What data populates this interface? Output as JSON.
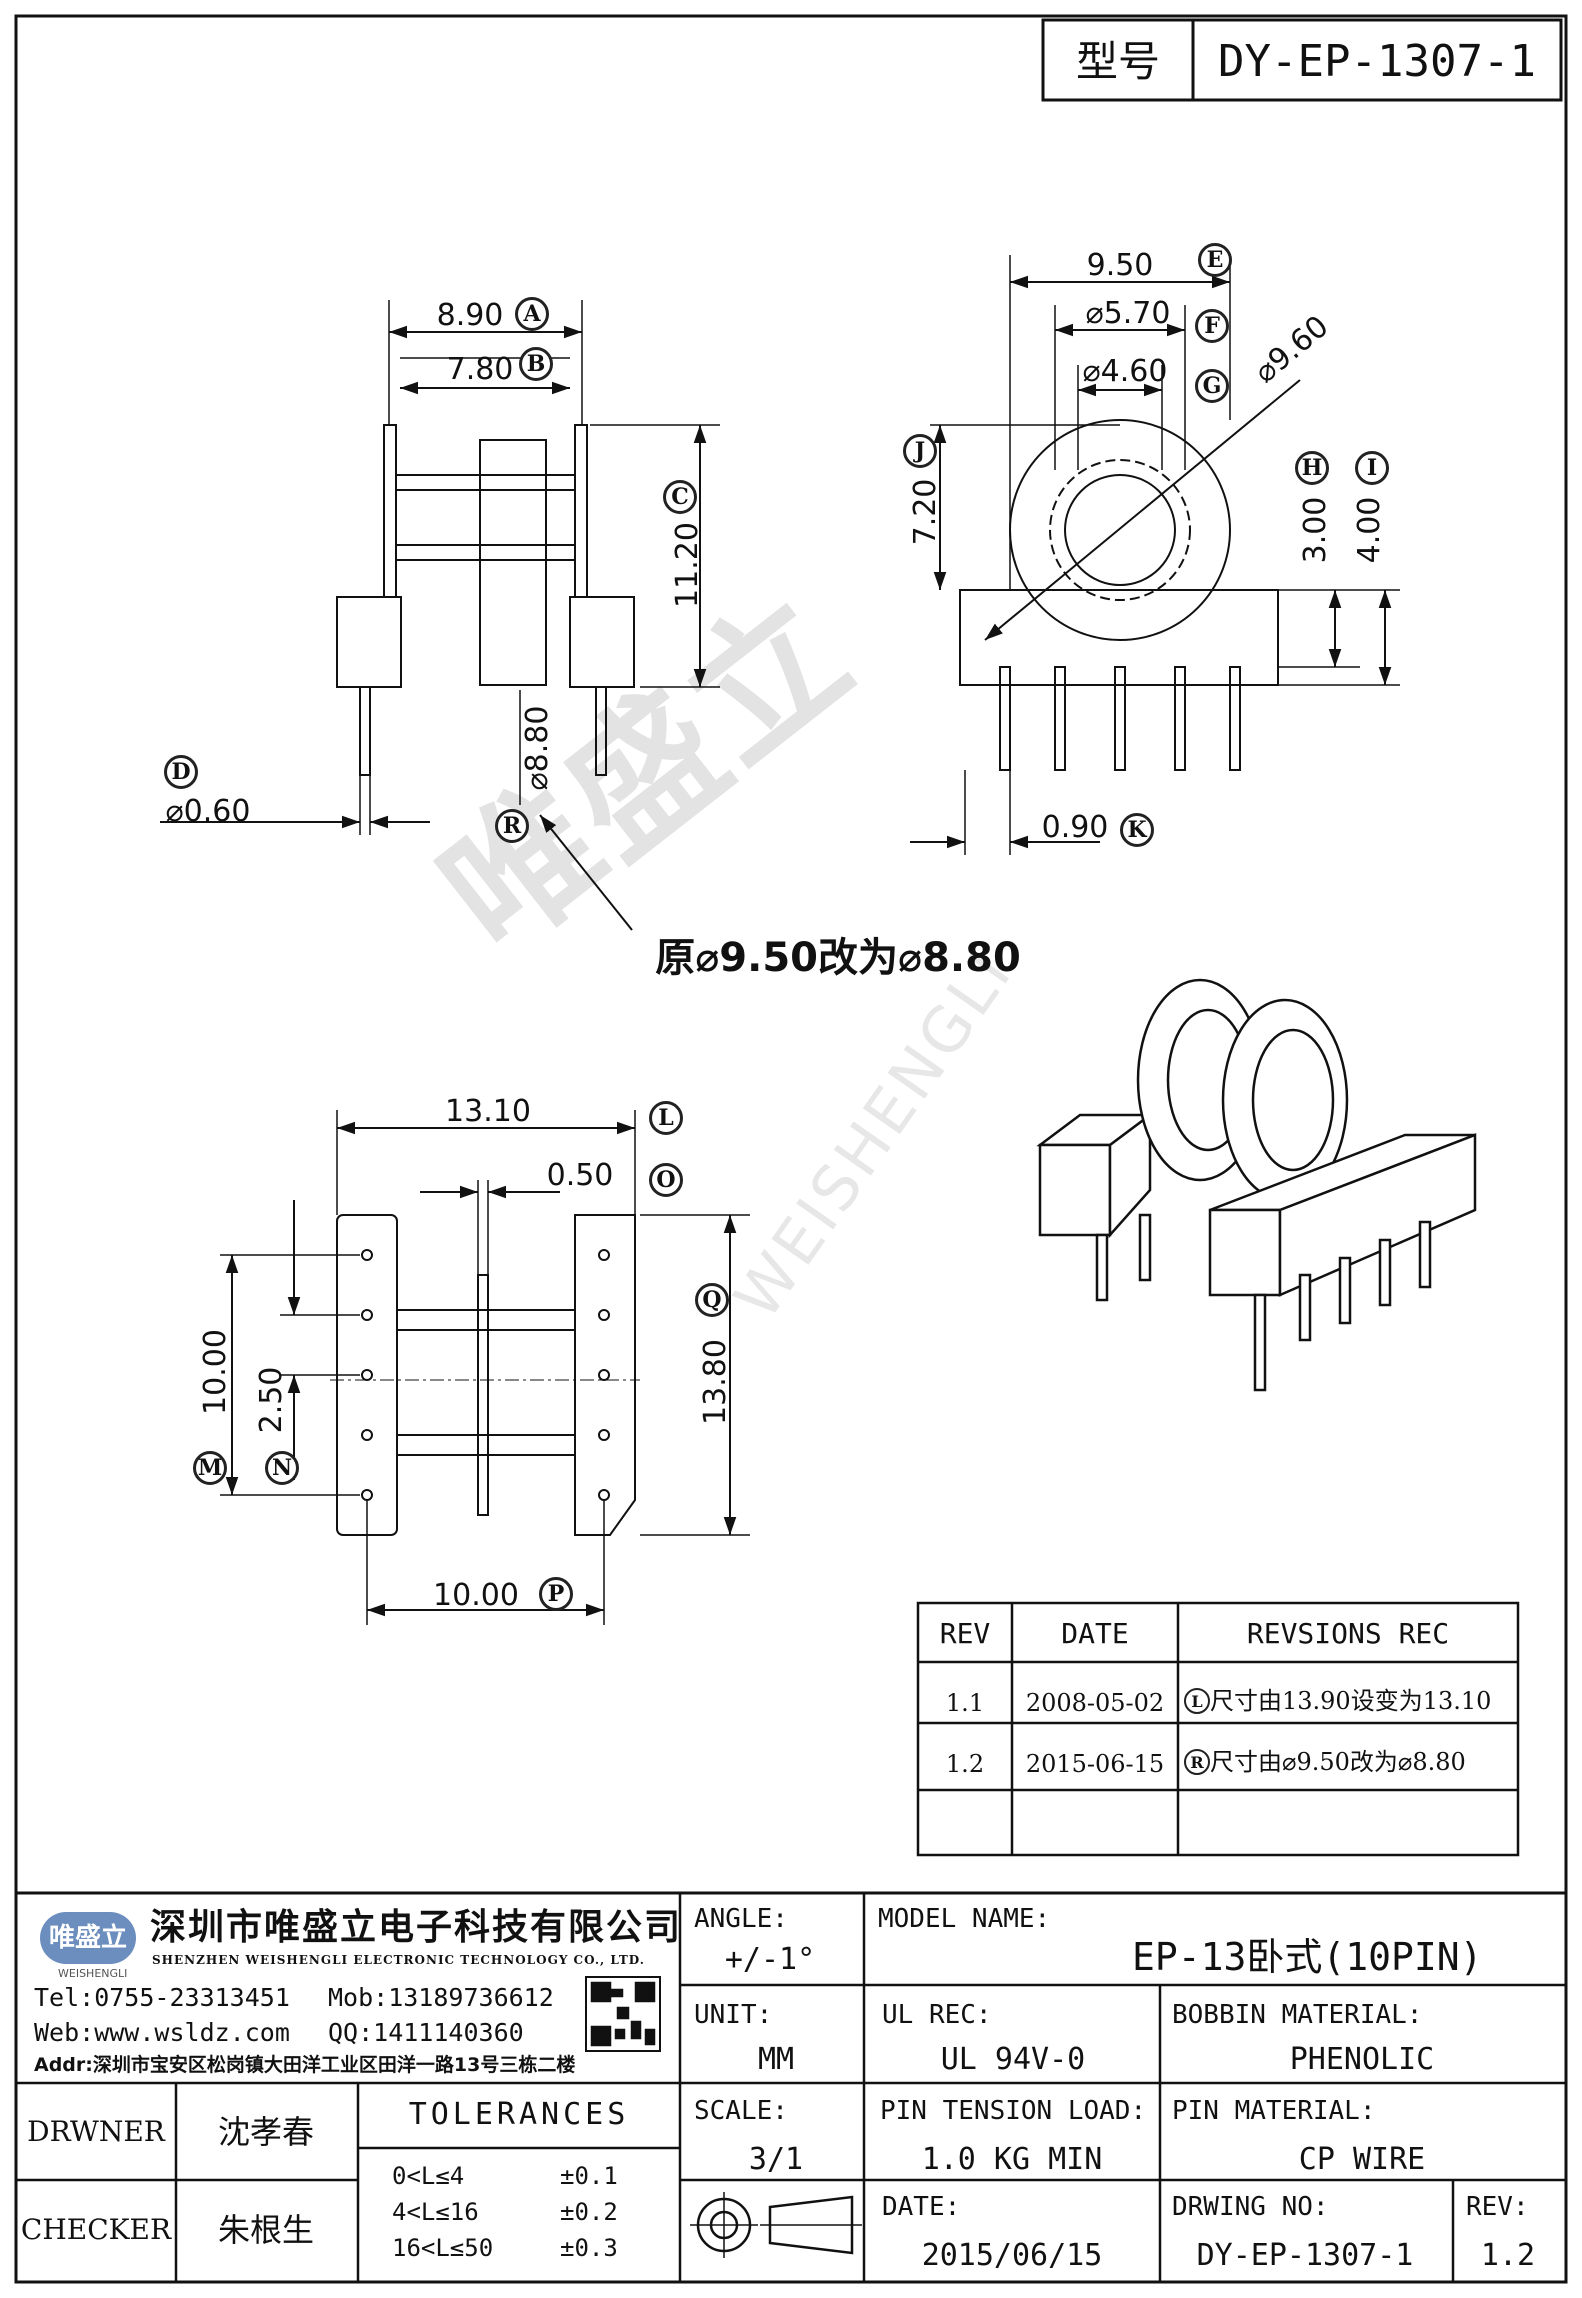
{
  "header": {
    "model_label": "型号",
    "model_value": "DY-EP-1307-1"
  },
  "dimensions": {
    "A": {
      "value": "8.90",
      "marker": "A"
    },
    "B": {
      "value": "7.80",
      "marker": "B"
    },
    "C": {
      "value": "11.20",
      "marker": "C"
    },
    "D": {
      "value": "⌀0.60",
      "marker": "D"
    },
    "R": {
      "value": "⌀8.80",
      "marker": "R"
    },
    "E": {
      "value": "9.50",
      "marker": "E"
    },
    "F": {
      "value": "⌀5.70",
      "marker": "F"
    },
    "G": {
      "value": "⌀4.60",
      "marker": "G"
    },
    "dia": {
      "value": "⌀9.60"
    },
    "J": {
      "value": "7.20",
      "marker": "J"
    },
    "H": {
      "value": "3.00",
      "marker": "H"
    },
    "I": {
      "value": "4.00",
      "marker": "I"
    },
    "K": {
      "value": "0.90",
      "marker": "K"
    },
    "L": {
      "value": "13.10",
      "marker": "L"
    },
    "O": {
      "value": "0.50",
      "marker": "O"
    },
    "Q": {
      "value": "13.80",
      "marker": "Q"
    },
    "M": {
      "value": "10.00",
      "marker": "M"
    },
    "N": {
      "value": "2.50",
      "marker": "N"
    },
    "P": {
      "value": "10.00",
      "marker": "P"
    }
  },
  "change_note": "原⌀9.50改为⌀8.80",
  "revisions": {
    "headers": [
      "REV",
      "DATE",
      "REVSIONS REC"
    ],
    "rows": [
      {
        "rev": "1.1",
        "date": "2008-05-02",
        "marker": "L",
        "rec": "尺寸由13.90设变为13.10"
      },
      {
        "rev": "1.2",
        "date": "2015-06-15",
        "marker": "R",
        "rec": "尺寸由⌀9.50改为⌀8.80"
      }
    ]
  },
  "title_block": {
    "logo_text": "唯盛立",
    "logo_sub": "WEISHENGLI",
    "company_cn": "深圳市唯盛立电子科技有限公司",
    "company_en": "SHENZHEN WEISHENGLI ELECTRONIC TECHNOLOGY CO., LTD.",
    "tel": "Tel:0755-23313451",
    "mob": "Mob:13189736612",
    "web": "Web:www.wsldz.com",
    "qq": "QQ:1411140360",
    "addr": "Addr:深圳市宝安区松岗镇大田洋工业区田洋一路13号三栋二楼",
    "angle_label": "ANGLE:",
    "angle_value": "+/-1°",
    "model_name_label": "MODEL NAME:",
    "model_name_value": "EP-13卧式(10PIN)",
    "unit_label": "UNIT:",
    "unit_value": "MM",
    "ul_label": "UL REC:",
    "ul_value": "UL 94V-0",
    "bobbin_label": "BOBBIN MATERIAL:",
    "bobbin_value": "PHENOLIC",
    "drawer_label": "DRWNER",
    "drawer_value": "沈孝春",
    "checker_label": "CHECKER",
    "checker_value": "朱根生",
    "tolerances_label": "TOLERANCES",
    "tolerances": [
      {
        "range": "0<L≤4",
        "tol": "±0.1"
      },
      {
        "range": "4<L≤16",
        "tol": "±0.2"
      },
      {
        "range": "16<L≤50",
        "tol": "±0.3"
      }
    ],
    "scale_label": "SCALE:",
    "scale_value": "3/1",
    "pin_tension_label": "PIN TENSION LOAD:",
    "pin_tension_value": "1.0 KG MIN",
    "pin_material_label": "PIN MATERIAL:",
    "pin_material_value": "CP WIRE",
    "date_label": "DATE:",
    "date_value": "2015/06/15",
    "drawing_no_label": "DRWING NO:",
    "drawing_no_value": "DY-EP-1307-1",
    "rev_label": "REV:",
    "rev_value": "1.2"
  },
  "watermark": {
    "cn": "唯盛立",
    "en": "WEISHENGLI"
  }
}
